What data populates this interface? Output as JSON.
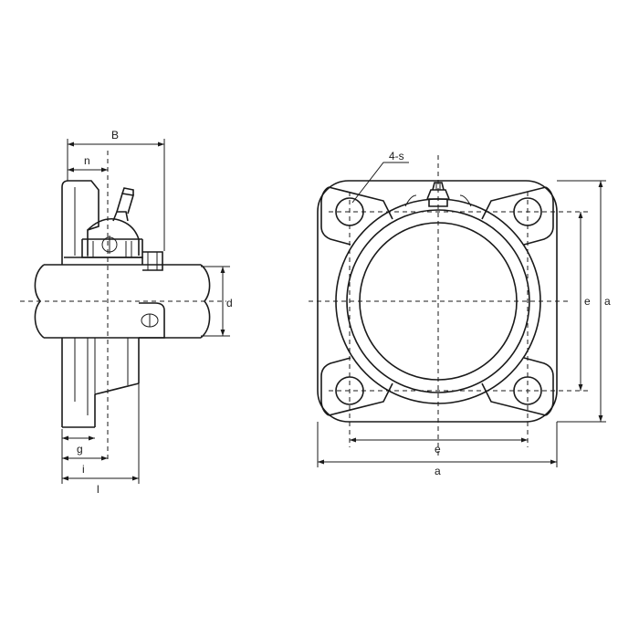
{
  "labels": {
    "B": "B",
    "n": "n",
    "d": "d",
    "g": "g",
    "i": "i",
    "l": "l",
    "s": "4-s",
    "e_horizontal": "e",
    "e_vertical": "e",
    "a_horizontal": "a",
    "a_vertical": "a"
  },
  "colors": {
    "line": "#1a1a1a",
    "background": "#ffffff"
  }
}
